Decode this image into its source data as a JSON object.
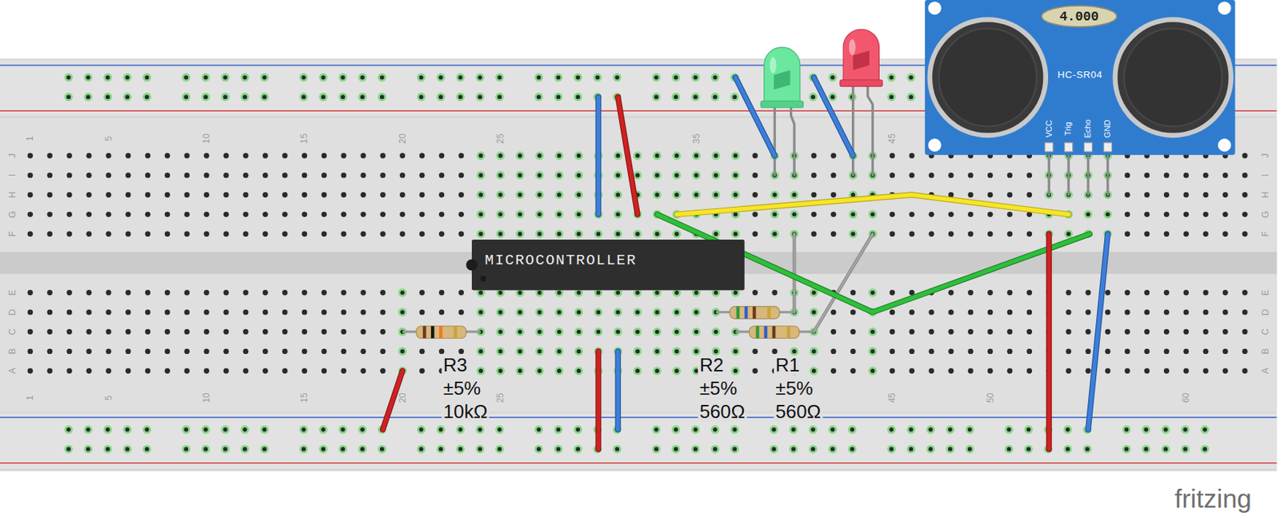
{
  "diagram": {
    "nodes": [
      {
        "text": [
          "4.000",
          "HC-SR04"
        ]
      },
      {
        "text": [
          "MICROCONTROLLER"
        ]
      }
    ],
    "labels": [
      "1",
      "5",
      "10",
      "15",
      "20",
      "25",
      "35",
      "45",
      "J",
      "I",
      "H",
      "G",
      "F",
      "E",
      "D",
      "C",
      "B",
      "A",
      "J",
      "I",
      "H",
      "G",
      "F",
      "E",
      "D",
      "C",
      "B",
      "A",
      "VCC",
      "Trig",
      "Echo",
      "GND",
      "R3",
      "±5%",
      "10kΩ",
      "R2",
      "±5%",
      "560Ω",
      "R1",
      "±5%",
      "560Ω",
      "1",
      "5",
      "10",
      "15",
      "20",
      "25",
      "45",
      "50",
      "60",
      "fritzing"
    ]
  }
}
